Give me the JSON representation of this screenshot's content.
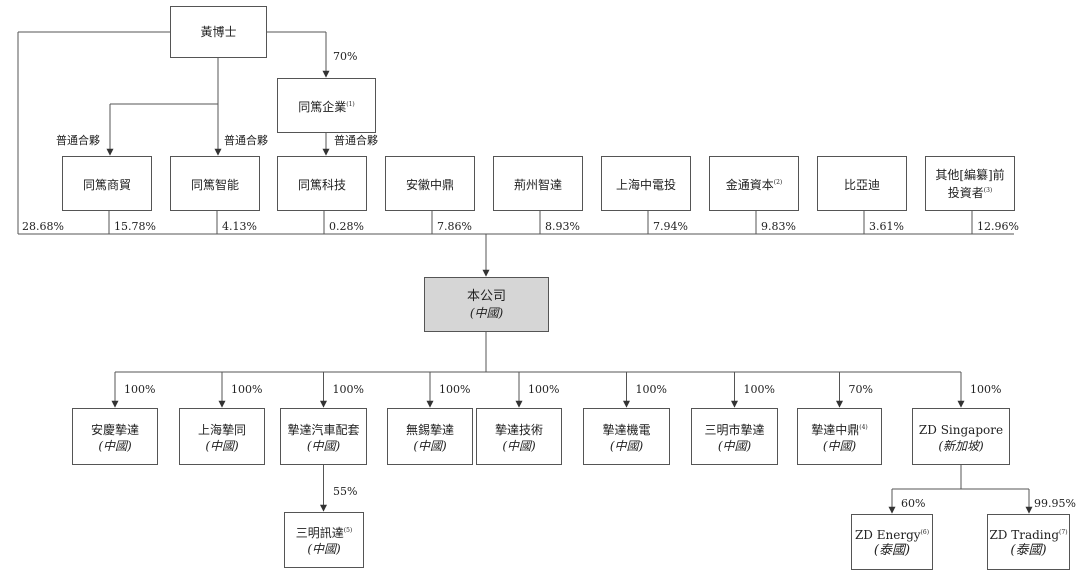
{
  "founder": {
    "name": "黃博士"
  },
  "partnership": {
    "name": "同篤企業",
    "note": "(1)",
    "ownership_pct": "70%",
    "role": "普通合夥"
  },
  "gp_labels": {
    "left": "普通合夥",
    "middle": "普通合夥"
  },
  "direct_pct": "28.68%",
  "shareholders": [
    {
      "name": "同篤商貿",
      "note": "",
      "pct": "15.78%"
    },
    {
      "name": "同篤智能",
      "note": "",
      "pct": "4.13%"
    },
    {
      "name": "同篤科技",
      "note": "",
      "pct": "0.28%"
    },
    {
      "name": "安徽中鼎",
      "note": "",
      "pct": "7.86%"
    },
    {
      "name": "荊州智達",
      "note": "",
      "pct": "8.93%"
    },
    {
      "name": "上海中電投",
      "note": "",
      "pct": "7.94%"
    },
    {
      "name": "金通資本",
      "note": "(2)",
      "pct": "9.83%"
    },
    {
      "name": "比亞迪",
      "note": "",
      "pct": "3.61%"
    },
    {
      "name": "其他[編纂]前",
      "name2": "投資者",
      "note": "(3)",
      "pct": "12.96%"
    }
  ],
  "company": {
    "name": "本公司",
    "location": "(中國)"
  },
  "subsidiaries": [
    {
      "name": "安慶摯達",
      "note": "",
      "location": "(中國)",
      "pct": "100%"
    },
    {
      "name": "上海摯同",
      "note": "",
      "location": "(中國)",
      "pct": "100%"
    },
    {
      "name": "摯達汽車配套",
      "note": "",
      "location": "(中國)",
      "pct": "100%"
    },
    {
      "name": "無錫摯達",
      "note": "",
      "location": "(中國)",
      "pct": "100%"
    },
    {
      "name": "摯達技術",
      "note": "",
      "location": "(中國)",
      "pct": "100%"
    },
    {
      "name": "摯達機電",
      "note": "",
      "location": "(中國)",
      "pct": "100%"
    },
    {
      "name": "三明市摯達",
      "note": "",
      "location": "(中國)",
      "pct": "100%"
    },
    {
      "name": "摯達中鼎",
      "note": "(4)",
      "location": "(中國)",
      "pct": "70%"
    },
    {
      "name": "ZD Singapore",
      "note": "",
      "location": "(新加坡)",
      "pct": "100%"
    }
  ],
  "sanming_xunda": {
    "name": "三明訊達",
    "note": "(5)",
    "location": "(中國)",
    "pct": "55%"
  },
  "zd_energy": {
    "name": "ZD Energy",
    "note": "(6)",
    "location": "(泰國)",
    "pct": "60%"
  },
  "zd_trading": {
    "name": "ZD Trading",
    "note": "(7)",
    "location": "(泰國)",
    "pct": "99.95%"
  }
}
